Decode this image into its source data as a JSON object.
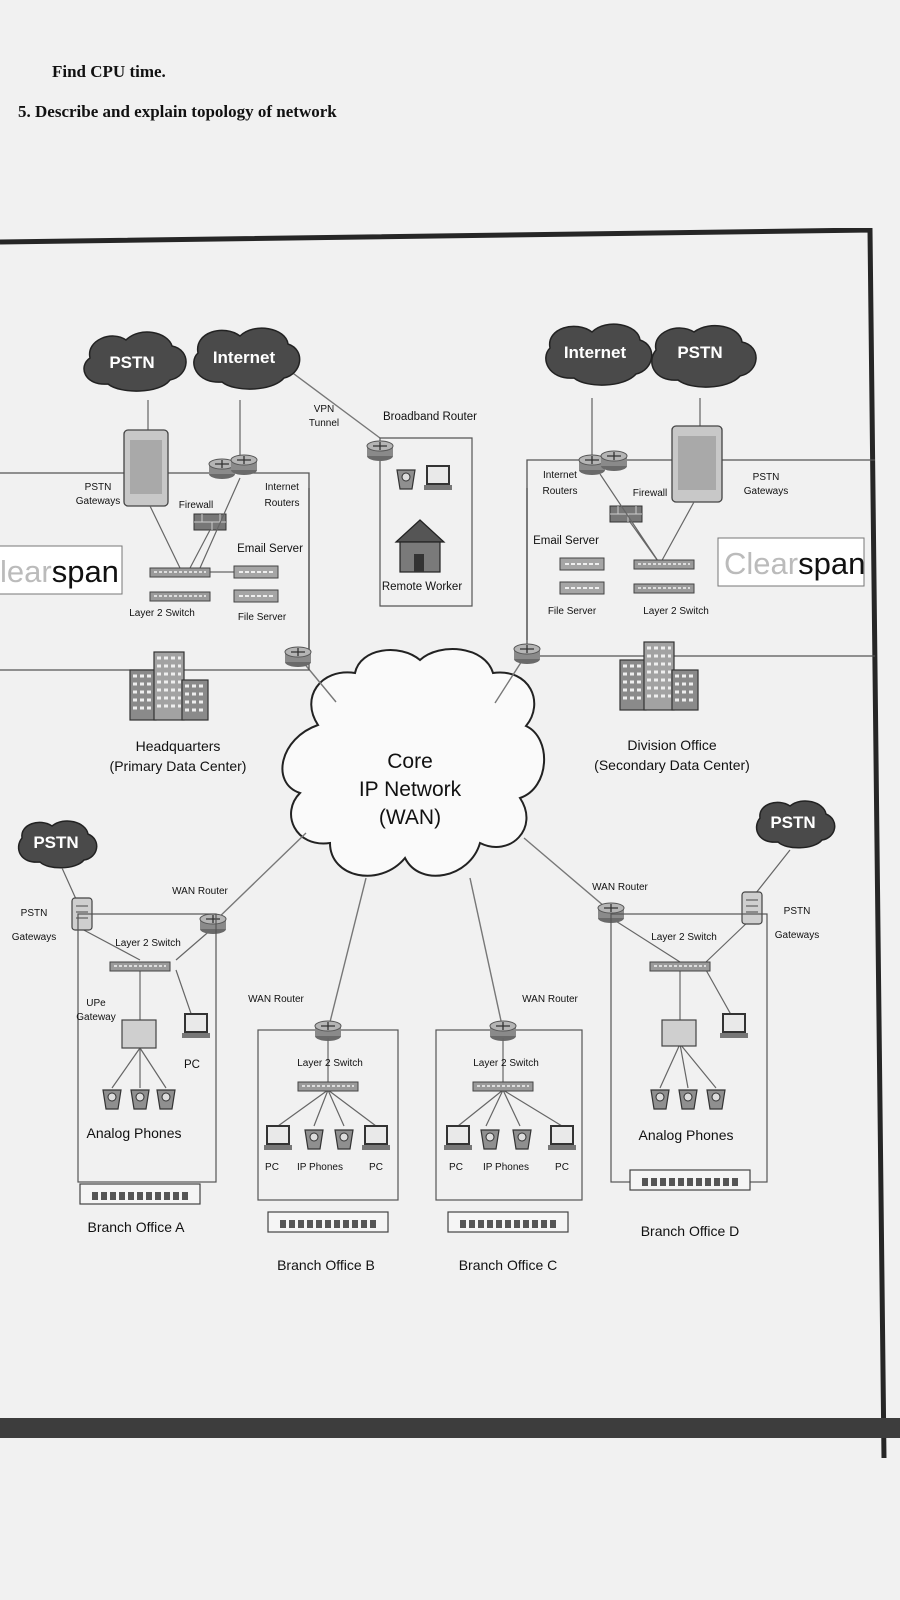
{
  "page": {
    "line1": "Find CPU time.",
    "line2": "5.  Describe and explain topology of network"
  },
  "diagram": {
    "core": [
      "Core",
      "IP Network",
      "(WAN)"
    ],
    "clouds": {
      "pstn": "PSTN",
      "internet": "Internet"
    },
    "brand": {
      "light": "Clear",
      "dark": "span"
    },
    "hq": {
      "site": [
        "Headquarters",
        "(Primary Data Center)"
      ],
      "pstn_gateways": [
        "PSTN",
        "Gateways"
      ],
      "firewall": "Firewall",
      "internet_routers": [
        "Internet",
        "Routers"
      ],
      "email_server": "Email Server",
      "layer2_switch": "Layer 2 Switch",
      "file_server": "File Server",
      "brand_light": "lear"
    },
    "vpn": {
      "tunnel": [
        "VPN",
        "Tunnel"
      ],
      "router": "Broadband Router",
      "worker": "Remote Worker"
    },
    "division": {
      "site": [
        "Division Office",
        "(Secondary Data Center)"
      ],
      "internet_routers": [
        "Internet",
        "Routers"
      ],
      "firewall": "Firewall",
      "pstn_gateways": [
        "PSTN",
        "Gateways"
      ],
      "email_server": "Email Server",
      "file_server": "File Server",
      "layer2_switch": "Layer 2 Switch"
    },
    "branch_a": {
      "name": "Branch Office A",
      "pstn_gateways": [
        "PSTN",
        "Gateways"
      ],
      "wan_router": "WAN Router",
      "layer2_switch": "Layer 2 Switch",
      "upe_gateway": [
        "UPe",
        "Gateway"
      ],
      "pc": "PC",
      "analog_phones": "Analog Phones"
    },
    "branch_b": {
      "name": "Branch Office B",
      "wan_router": "WAN Router",
      "layer2_switch": "Layer 2 Switch",
      "pc1": "PC",
      "ip_phones": "IP Phones",
      "pc2": "PC"
    },
    "branch_c": {
      "name": "Branch Office C",
      "wan_router": "WAN Router",
      "layer2_switch": "Layer 2 Switch",
      "pc1": "PC",
      "ip_phones": "IP Phones",
      "pc2": "PC"
    },
    "branch_d": {
      "name": "Branch Office D",
      "wan_router": "WAN Router",
      "layer2_switch": "Layer 2 Switch",
      "pstn_gateways": [
        "PSTN",
        "Gateways"
      ],
      "analog_phones": "Analog Phones"
    }
  }
}
